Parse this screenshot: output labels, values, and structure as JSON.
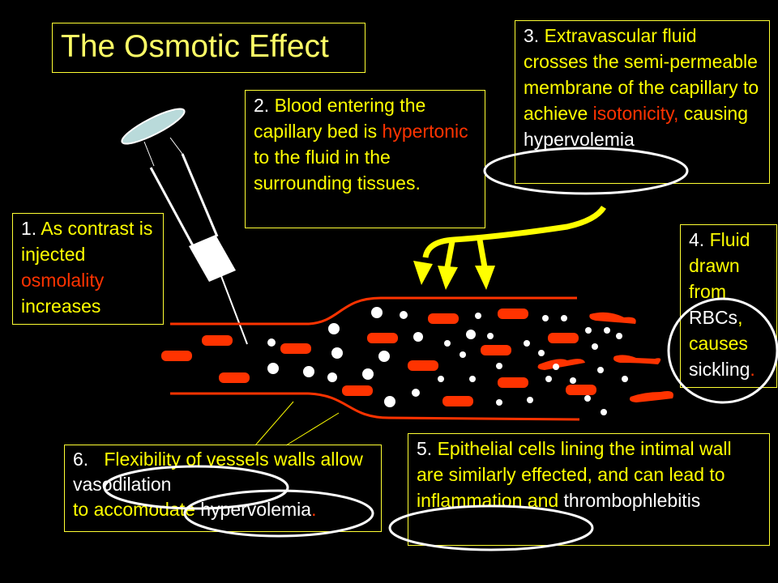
{
  "title": "The Osmotic Effect",
  "boxes": {
    "b1": [
      "1. ",
      "As contrast is injected ",
      "osmolality",
      " increases"
    ],
    "b2": [
      "2. ",
      "Blood entering the capillary bed is ",
      "hypertonic",
      " to the fluid in the surrounding tissues."
    ],
    "b3": [
      "3. ",
      "Extravascular fluid crosses the semi-permeable membrane of the capillary to achieve ",
      "isotonicity,",
      " causing ",
      "hypervolemia"
    ],
    "b4": [
      "4. ",
      "Fluid drawn from ",
      "RBCs",
      ",",
      " causes ",
      "sickling",
      "."
    ],
    "b5": [
      "5. ",
      "Epithelial cells lining the intimal wall are similarly effected, and can lead to inflammation and ",
      "thrombophlebitis"
    ],
    "b6": [
      "6. ",
      "  Flexibility of vessels walls allow ",
      "vasodilation",
      "to accomodate ",
      "hypervolemia",
      "."
    ]
  },
  "colors": {
    "background": "#000000",
    "text": "#ffff00",
    "highlight": "#ff3300",
    "vessel": "#ff3300",
    "rbc": "#ff3300",
    "arrow": "#ffff00"
  }
}
